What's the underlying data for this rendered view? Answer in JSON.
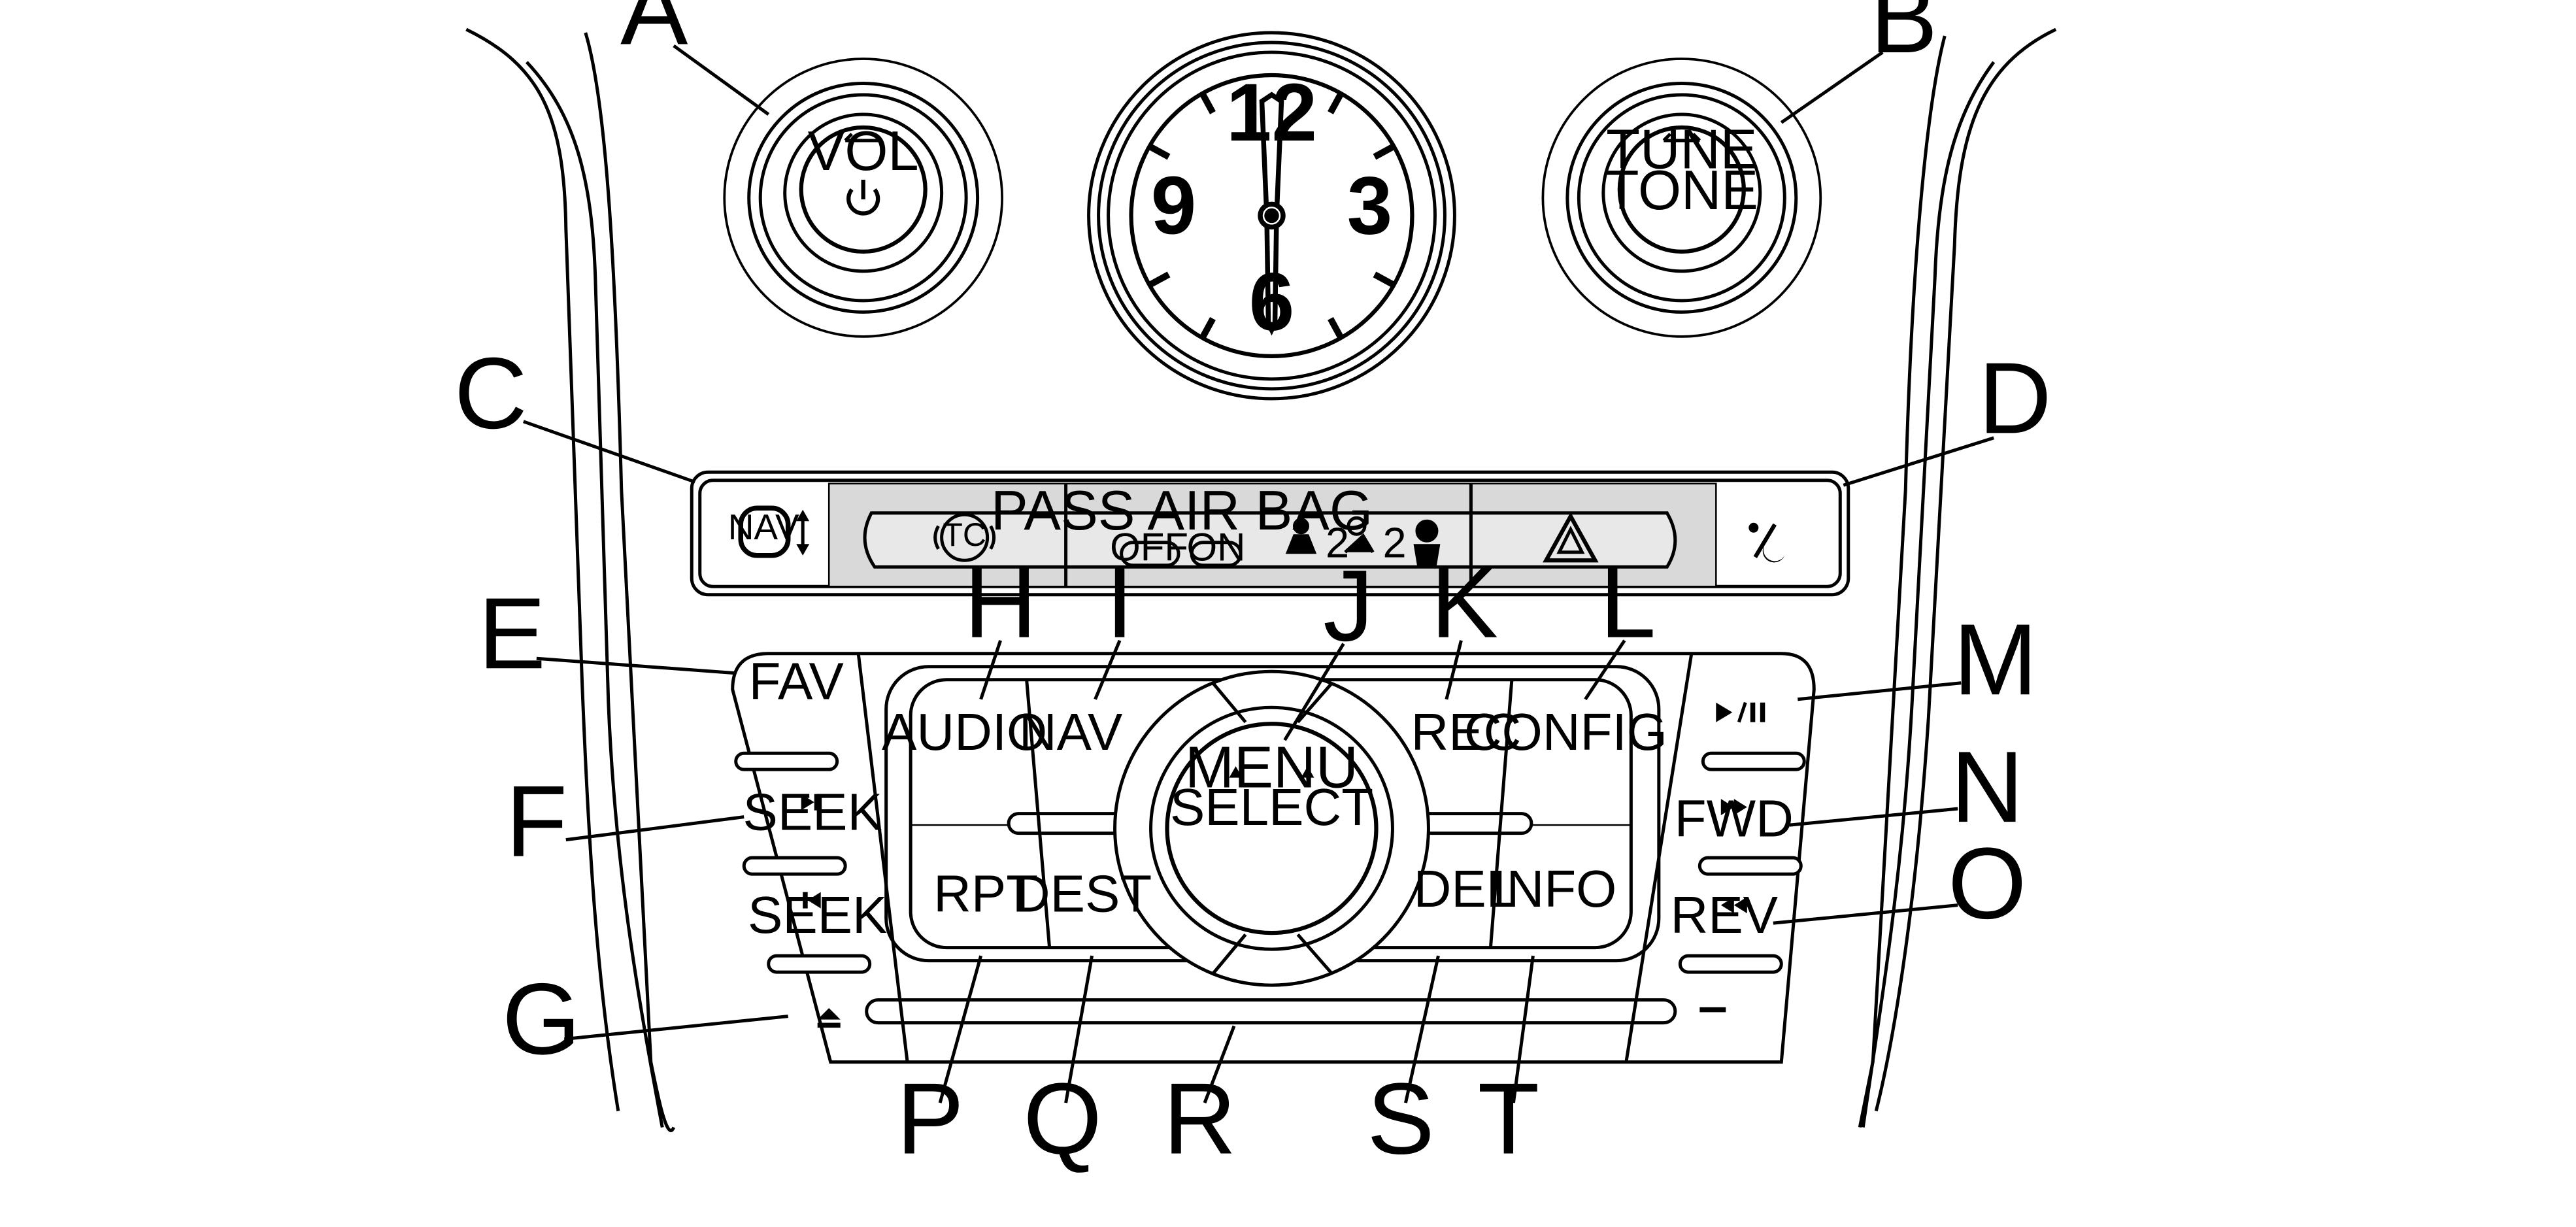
{
  "callouts": {
    "A": "A",
    "B": "B",
    "C": "C",
    "D": "D",
    "E": "E",
    "F": "F",
    "G": "G",
    "H": "H",
    "I": "I",
    "J": "J",
    "K": "K",
    "L": "L",
    "M": "M",
    "N": "N",
    "O": "O",
    "P": "P",
    "Q": "Q",
    "R": "R",
    "S": "S",
    "T": "T"
  },
  "knobs": {
    "left_top": "VOL",
    "right_top": "TUNE",
    "right_bottom": "TONE"
  },
  "clock": {
    "n12": "12",
    "n3": "3",
    "n6": "6",
    "n9": "9"
  },
  "strip": {
    "nav_label": "NAV",
    "tc_label": "TC",
    "airbag_title": "PASS AIR BAG",
    "airbag_off": "OFF",
    "airbag_on": "ON",
    "seat_sub_1": "2",
    "seat_sub_2": "2"
  },
  "buttons": {
    "fav": "FAV",
    "seek": "SEEK",
    "audio": "AUDIO",
    "nav": "NAV",
    "rec": "REC",
    "config": "CONFIG",
    "rpt": "RPT",
    "dest": "DEST",
    "del": "DEL",
    "info": "INFO",
    "menu": "MENU",
    "select": "SELECT",
    "fwd": "FWD",
    "rev": "REV"
  },
  "icons": {
    "power": "power-icon",
    "hazard": "hazard-triangle-icon",
    "day_night": "day-night-icon",
    "play_pause": "play-pause-icon",
    "eject": "eject-icon"
  }
}
